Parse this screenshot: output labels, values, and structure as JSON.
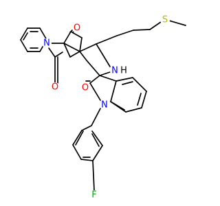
{
  "colors": {
    "bond": "#000000",
    "O": "#ff0000",
    "N": "#0000ff",
    "S": "#b8b800",
    "F": "#00b000",
    "H": "#000000"
  },
  "atoms": {
    "o_upper": "O",
    "o_lower": "O",
    "o_oxindole": "O",
    "n_imide": "N",
    "n_pyrrolidine": "N",
    "h_pyrrolidine": "H",
    "n_indole": "N",
    "s_thioether": "S",
    "f_fluoro": "F"
  }
}
